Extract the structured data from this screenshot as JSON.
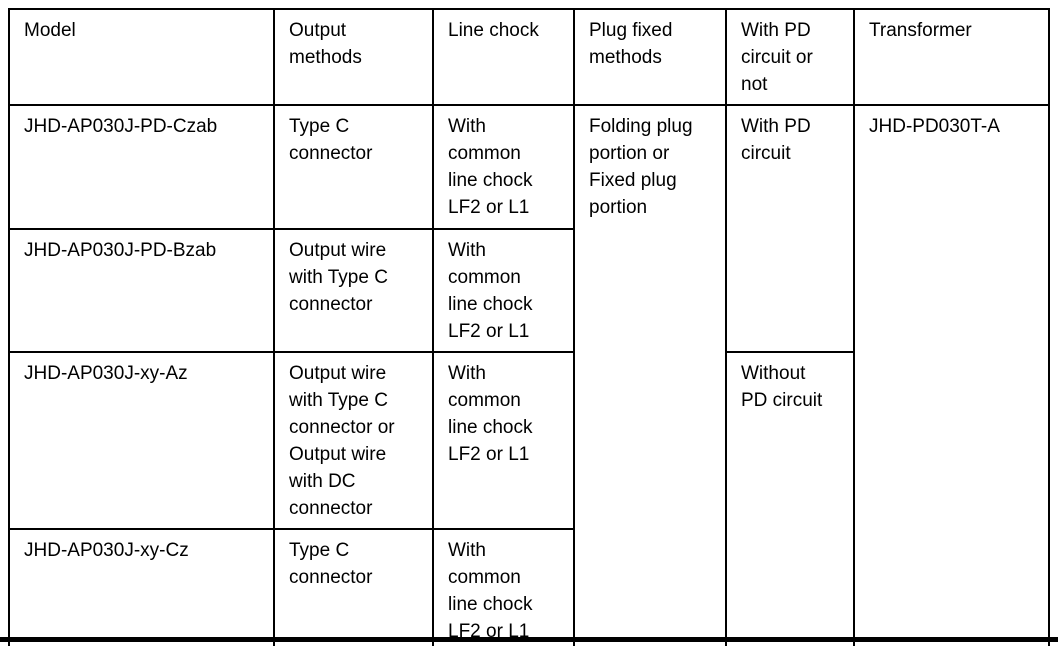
{
  "table": {
    "headers": {
      "model": "Model",
      "output_methods": "Output\nmethods",
      "line_chock": "Line chock",
      "plug_fixed_methods": "Plug fixed\nmethods",
      "pd_circuit": "With PD\ncircuit or\nnot",
      "transformer": "Transformer"
    },
    "rows": [
      {
        "model": "JHD-AP030J-PD-Czab",
        "output_method": "Type C\nconnector",
        "line_chock": "With\ncommon\nline chock\nLF2 or L1"
      },
      {
        "model": "JHD-AP030J-PD-Bzab",
        "output_method": "Output wire\nwith Type C\nconnector",
        "line_chock": "With\ncommon\nline chock\nLF2 or L1"
      },
      {
        "model": "JHD-AP030J-xy-Az",
        "output_method": "Output wire\nwith Type C\nconnector or\nOutput wire\nwith DC\nconnector",
        "line_chock": "With\ncommon\nline chock\nLF2 or L1"
      },
      {
        "model": "JHD-AP030J-xy-Cz",
        "output_method": "Type C\nconnector",
        "line_chock": "With\ncommon\nline chock\nLF2 or L1"
      }
    ],
    "merged": {
      "plug_fixed_methods": "Folding plug\nportion or\nFixed plug\nportion",
      "pd_with": "With PD\ncircuit",
      "pd_without": "Without\nPD circuit",
      "transformer": "JHD-PD030T-A"
    },
    "colors": {
      "border": "#000000",
      "text": "#000000",
      "background": "#ffffff"
    }
  }
}
